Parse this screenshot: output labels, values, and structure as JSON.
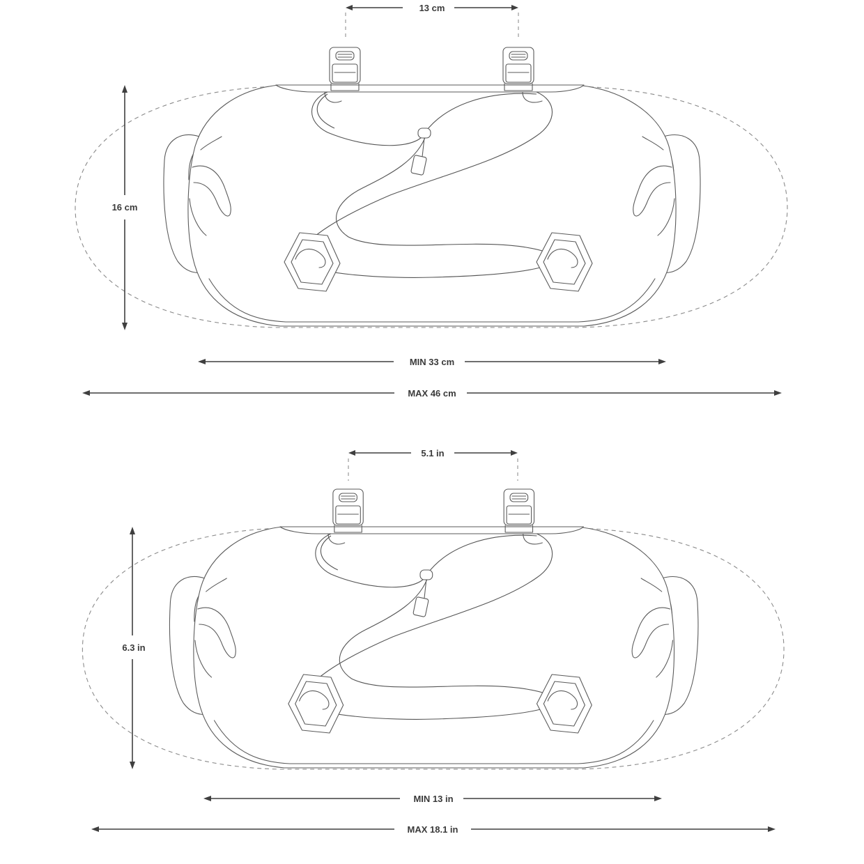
{
  "diagram": {
    "metric": {
      "strap_spacing": "13 cm",
      "height": "16 cm",
      "min_length": "MIN 33 cm",
      "max_length": "MAX 46 cm"
    },
    "imperial": {
      "strap_spacing": "5.1 in",
      "height": "6.3 in",
      "min_length": "MIN 13 in",
      "max_length": "MAX 18.1 in"
    },
    "colors": {
      "line": "#3f3f3f",
      "outline": "#5a5a5a",
      "dashed": "#8a8a8a"
    }
  }
}
